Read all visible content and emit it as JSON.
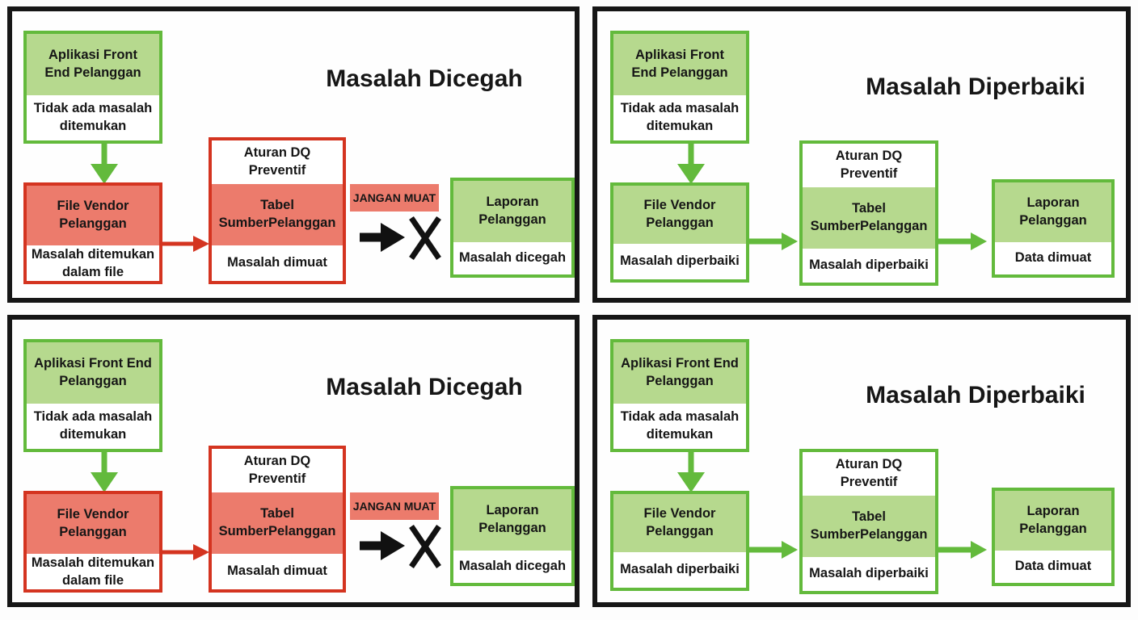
{
  "colors": {
    "green_border": "#63ba3c",
    "green_fill": "#b6d98e",
    "red_border": "#d43420",
    "red_fill": "#ec7b6c",
    "panel_border": "#161616",
    "text": "#161616"
  },
  "panels": {
    "top_left": {
      "title": "Masalah Dicegah",
      "front_end_app": {
        "header": "Aplikasi Front\nEnd Pelanggan",
        "body": "Tidak ada masalah\nditemukan"
      },
      "vendor_file": {
        "header": "File Vendor\nPelanggan",
        "body": "Masalah ditemukan\ndalam file"
      },
      "dq_rule": {
        "header": "Aturan DQ\nPreventif",
        "table": "Tabel\nSumberPelanggan",
        "status": "Masalah dimuat"
      },
      "no_load_label": "JANGAN MUAT",
      "report": {
        "header": "Laporan\nPelanggan",
        "body": "Masalah dicegah"
      }
    },
    "top_right": {
      "title": "Masalah Diperbaiki",
      "front_end_app": {
        "header": "Aplikasi Front\nEnd Pelanggan",
        "body": "Tidak ada masalah\nditemukan"
      },
      "vendor_file": {
        "header": "File Vendor\nPelanggan",
        "body": "Masalah diperbaiki"
      },
      "dq_rule": {
        "header": "Aturan DQ\nPreventif",
        "table": "Tabel\nSumberPelanggan",
        "status": "Masalah diperbaiki"
      },
      "report": {
        "header": "Laporan\nPelanggan",
        "body": "Data dimuat"
      }
    },
    "bottom_left": {
      "title": "Masalah Dicegah",
      "front_end_app": {
        "header": "Aplikasi Front End\nPelanggan",
        "body": "Tidak ada masalah\nditemukan"
      },
      "vendor_file": {
        "header": "File Vendor\nPelanggan",
        "body": "Masalah ditemukan\ndalam file"
      },
      "dq_rule": {
        "header": "Aturan DQ\nPreventif",
        "table": "Tabel\nSumberPelanggan",
        "status": "Masalah dimuat"
      },
      "no_load_label": "JANGAN MUAT",
      "report": {
        "header": "Laporan\nPelanggan",
        "body": "Masalah dicegah"
      }
    },
    "bottom_right": {
      "title": "Masalah Diperbaiki",
      "front_end_app": {
        "header": "Aplikasi Front End\nPelanggan",
        "body": "Tidak ada masalah\nditemukan"
      },
      "vendor_file": {
        "header": "File Vendor\nPelanggan",
        "body": "Masalah diperbaiki"
      },
      "dq_rule": {
        "header": "Aturan DQ\nPreventif",
        "table": "Tabel\nSumberPelanggan",
        "status": "Masalah diperbaiki"
      },
      "report": {
        "header": "Laporan\nPelanggan",
        "body": "Data dimuat"
      }
    }
  }
}
